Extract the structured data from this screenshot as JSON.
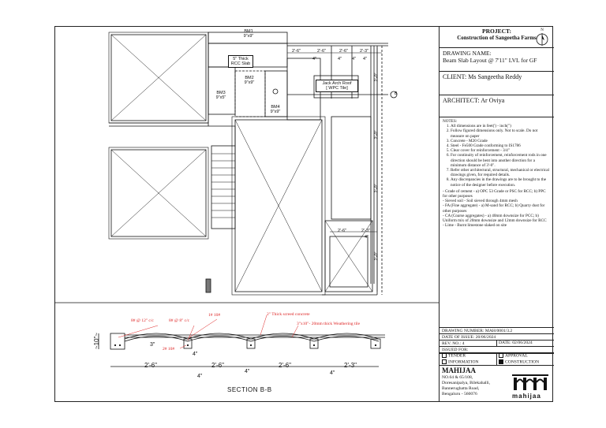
{
  "title_block": {
    "project_label": "PROJECT:",
    "project_name": "Construction of Sangeetha Farms",
    "north_label": "N",
    "drawing_name_label": "DRAWING NAME:",
    "drawing_name": "Beam Slab Layout @ 7'11\" LVL for GF",
    "client": "CLIENT: Ms Sangeetha Reddy",
    "architect": "ARCHITECT: Ar Oviya",
    "notes_heading": "NOTES:",
    "notes": [
      "All dimensions are in feet(') - inch(\")",
      "Follow figured dimensions only. Not to scale. Do not measure on paper",
      "Concrete - M20 Grade",
      "Steel - Fe500 Grade conforming to IS1786",
      "Clear cover for reinforcement - 3/4\"",
      "For continuity of reinforcement, reinforcement rods in one direction should be bent into another direction for a minimum distance of 3'-0\".",
      "Refer other architectural, structural, mechanical or electrical drawings given, for required details.",
      "Any discrepancies in the drawings are to be brought to the notice of the designer before execution."
    ],
    "materials": [
      "- Grade of cement - a) OPC 53 Grade or PSC for RCC; b) PPC for other purposes",
      "- Sieved soil - Soil sieved through 4mm mesh",
      "- FA (Fine aggregate) - a) M-sand for RCC; b) Quarry dust for other purposes",
      "- CA (Coarse aggregates) - a) 40mm downsize for PCC; b) Uniform mix of 20mm downsize and 12mm downsize for RCC",
      "- Lime - Burnt limestone slaked on site"
    ],
    "drawing_number": "DRAWING NUMBER: MAH/0001/3.2",
    "date_of_issue": "DATE OF ISSUE: 20/06/2024",
    "rev_no": "REV. NO.: 4",
    "rev_date": "DATE: 02/06/2024",
    "issued_for": "ISSUED FOR:",
    "issue_options": [
      {
        "label": "TENDER",
        "checked": false
      },
      {
        "label": "APPROVAL",
        "checked": false
      },
      {
        "label": "INFORMATION",
        "checked": false
      },
      {
        "label": "CONSTRUCTION",
        "checked": true
      }
    ],
    "firm_name": "MAHIJAA",
    "address": [
      "NO.64 & 65/108,",
      "Doresanipalya, Bilekahalli,",
      "Bannerughatta Road,",
      "Bengaluru - 560076"
    ],
    "logo_text": "mahijaa"
  },
  "plan": {
    "beams": {
      "bm1": "BM1",
      "bm1_size": "9\"x9\"",
      "bm2": "BM2",
      "bm2_size": "9\"x9\"",
      "bm3": "BM3",
      "bm3_size": "9\"x5\"",
      "bm4": "BM4",
      "bm4_size": "9\"x9\""
    },
    "slab_note_1": "5\" Thick",
    "slab_note_2": "RCC Slab",
    "jack_arch_1": "Jack Arch Roof",
    "jack_arch_2": "[ WPC Tile]",
    "dims": {
      "d1": "2'-6\"",
      "d2": "2'-6\"",
      "d3": "2'-6\"",
      "d4": "2'-3\"",
      "d5": "4\"",
      "d6": "4\"",
      "d7": "4\"",
      "d8": "4\"",
      "d9": "2'-3\"",
      "v1": "2'-0\"",
      "v2": "2'-0\"",
      "v3": "2'-0\"",
      "v4": "2'-0\"",
      "b1": "2'-6\"",
      "b2": "2'-3\"",
      "b3": "4\""
    },
    "section_mark": "B"
  },
  "section": {
    "title": "SECTION B-B",
    "labels": {
      "bar1": "8# @ 12\" c/c",
      "bar2": "8# @ 8\" c/c",
      "bar3": "1# 10#",
      "bar4": "2# 10#",
      "screed": "2\" Thick screed concrete",
      "tile": "3\"x10\"- 20mm thick Weathering tile",
      "height": "~10\"~",
      "h3": "3\"",
      "h4": "4\""
    },
    "dims": [
      "2'-6\"",
      "2'-6\"",
      "2'-6\"",
      "2'-3\""
    ],
    "gaps": [
      "4\"",
      "4\"",
      "4\""
    ]
  }
}
